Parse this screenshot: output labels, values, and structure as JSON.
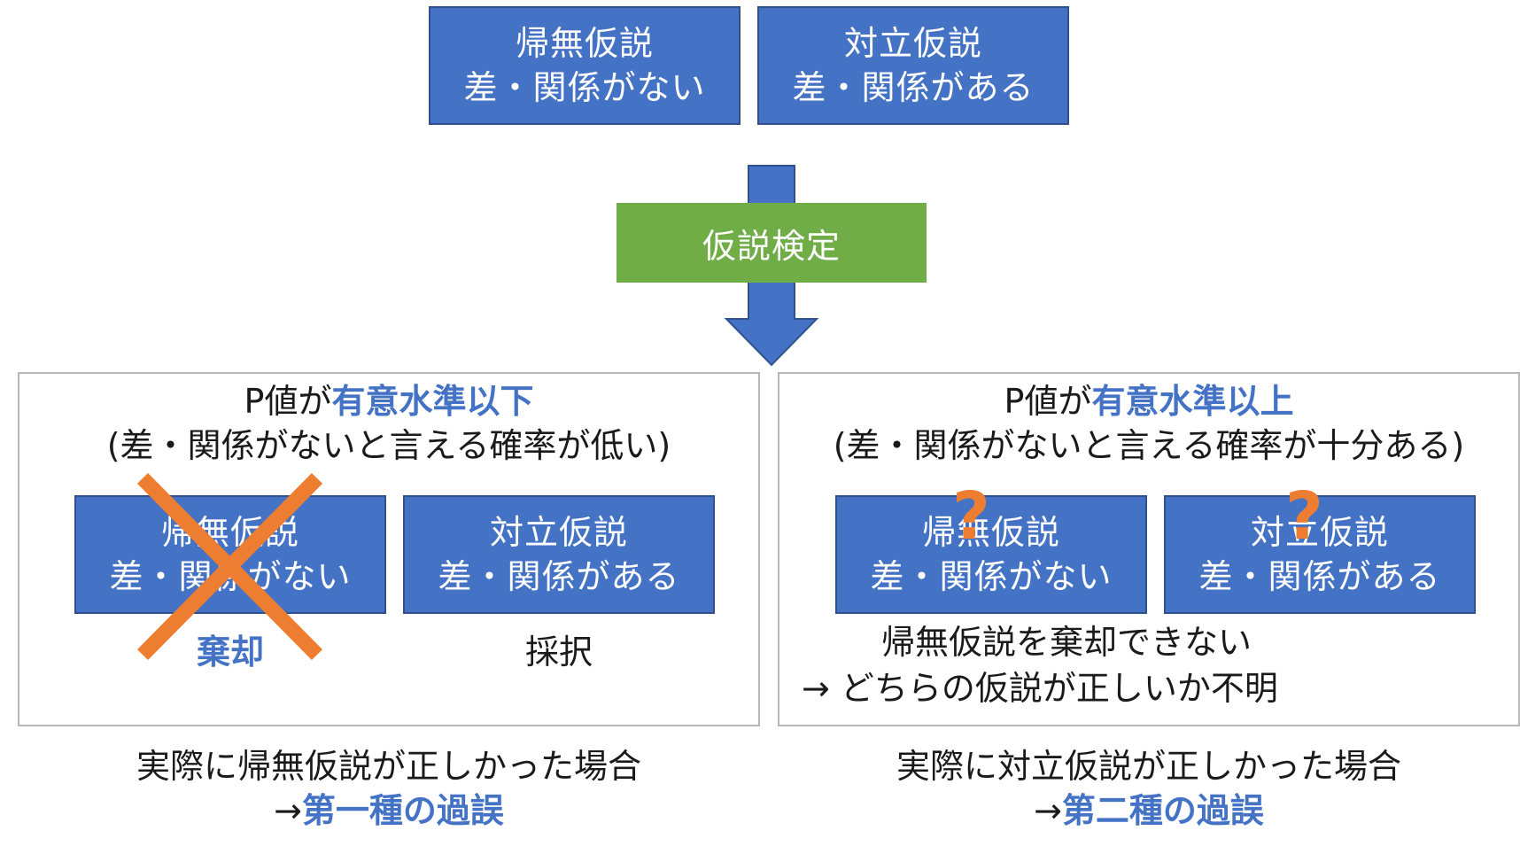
{
  "top": {
    "null_box": {
      "line1": "帰無仮説",
      "line2": "差・関係がない"
    },
    "alt_box": {
      "line1": "対立仮説",
      "line2": "差・関係がある"
    }
  },
  "test_label": "仮説検定",
  "left_panel": {
    "heading_prefix": "P値が",
    "heading_accent": "有意水準以下",
    "subheading": "(差・関係がないと言える確率が低い)",
    "null_box": {
      "line1": "帰無仮説",
      "line2": "差・関係がない"
    },
    "alt_box": {
      "line1": "対立仮説",
      "line2": "差・関係がある"
    },
    "null_result": "棄却",
    "alt_result": "採択"
  },
  "right_panel": {
    "heading_prefix": "P値が",
    "heading_accent": "有意水準以上",
    "subheading": "(差・関係がないと言える確率が十分ある)",
    "null_box": {
      "line1": "帰無仮説",
      "line2": "差・関係がない"
    },
    "alt_box": {
      "line1": "対立仮説",
      "line2": "差・関係がある"
    },
    "question_mark": "?",
    "note_line1": "帰無仮説を棄却できない",
    "note_line2": "→ どちらの仮説が正しいか不明"
  },
  "bottom_left": {
    "line1": "実際に帰無仮説が正しかった場合",
    "arrow": "→",
    "accent": "第一種の過誤"
  },
  "bottom_right": {
    "line1": "実際に対立仮説が正しかった場合",
    "arrow": "→",
    "accent": "第二種の過誤"
  },
  "colors": {
    "box_blue": "#4472c4",
    "box_border": "#2f528f",
    "green": "#70ad47",
    "cross_orange": "#ed7d31",
    "accent_text": "#4472c4"
  }
}
